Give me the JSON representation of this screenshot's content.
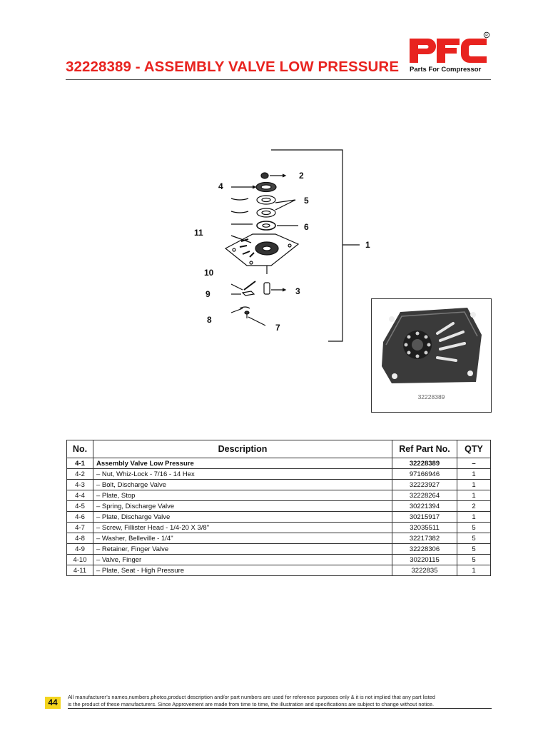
{
  "header": {
    "title": "32228389 - ASSEMBLY VALVE LOW PRESSURE",
    "logo_text": "PFC",
    "logo_subtitle": "Parts For Compressor",
    "registered_mark": "R",
    "brand_color": "#e8231f"
  },
  "diagram": {
    "callouts": [
      "2",
      "4",
      "5",
      "6",
      "11",
      "1",
      "10",
      "9",
      "3",
      "8",
      "7"
    ]
  },
  "photo": {
    "caption": "32228389"
  },
  "table": {
    "headers": [
      "No.",
      "Description",
      "Ref Part No.",
      "QTY"
    ],
    "rows": [
      {
        "no": "4-1",
        "desc": "Assembly Valve Low Pressure",
        "ref": "32228389",
        "qty": "–"
      },
      {
        "no": "4-2",
        "desc": "– Nut, Whiz-Lock - 7/16 - 14 Hex",
        "ref": "97166946",
        "qty": "1"
      },
      {
        "no": "4-3",
        "desc": "– Bolt, Discharge Valve",
        "ref": "32223927",
        "qty": "1"
      },
      {
        "no": "4-4",
        "desc": "– Plate, Stop",
        "ref": "32228264",
        "qty": "1"
      },
      {
        "no": "4-5",
        "desc": "– Spring, Discharge Valve",
        "ref": "30221394",
        "qty": "2"
      },
      {
        "no": "4-6",
        "desc": "– Plate, Discharge Valve",
        "ref": "30215917",
        "qty": "1"
      },
      {
        "no": "4-7",
        "desc": "– Screw, Fillister Head - 1/4-20 X 3/8\"",
        "ref": "32035511",
        "qty": "5"
      },
      {
        "no": "4-8",
        "desc": "– Washer, Belleville - 1/4\"",
        "ref": "32217382",
        "qty": "5"
      },
      {
        "no": "4-9",
        "desc": "– Retainer, Finger Valve",
        "ref": "32228306",
        "qty": "5"
      },
      {
        "no": "4-10",
        "desc": "– Valve, Finger",
        "ref": "30220115",
        "qty": "5"
      },
      {
        "no": "4-11",
        "desc": "– Plate, Seat - High Pressure",
        "ref": "3222835",
        "qty": "1"
      }
    ]
  },
  "footer": {
    "page_number": "44",
    "disclaimer_line1": "All manufacturer’s names,numbers,photos,product description and/or part numbers are used for reference purposes only & it is not implied that any part listed",
    "disclaimer_line2": "is the product of these manufacturers.  Since Approvement are made from time to time,  the illustration and specifications are subject to change without notice.",
    "highlight_color": "#f4d51f"
  }
}
